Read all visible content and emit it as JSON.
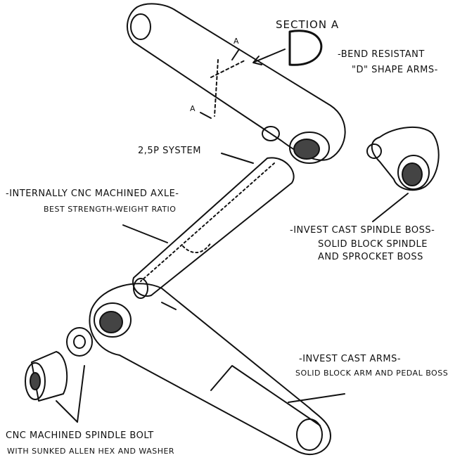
{
  "section": {
    "title": "SECTION A",
    "shape": "D",
    "marker_top": "A",
    "marker_bottom": "A"
  },
  "labels": {
    "bend_line1": "-BEND RESISTANT",
    "bend_line2": "\"D\" SHAPE ARMS-",
    "system": "2,5P SYSTEM",
    "axle_line1": "-INTERNALLY CNC MACHINED AXLE-",
    "axle_line2": "BEST STRENGTH-WEIGHT RATIO",
    "boss_line1": "-INVEST CAST SPINDLE BOSS-",
    "boss_line2": "SOLID BLOCK SPINDLE",
    "boss_line3": "AND SPROCKET BOSS",
    "arms_line1": "-INVEST CAST ARMS-",
    "arms_line2": "SOLID BLOCK ARM AND PEDAL BOSS",
    "bolt_line1": "CNC MACHINED SPINDLE BOLT",
    "bolt_line2": "WITH SUNKED ALLEN HEX AND WASHER"
  }
}
